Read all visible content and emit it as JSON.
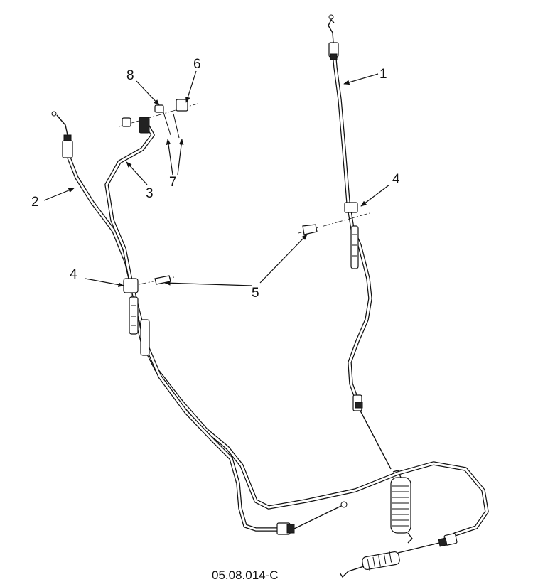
{
  "diagram": {
    "figure_id": "05.08.014-C",
    "callouts": {
      "c1": "1",
      "c2": "2",
      "c3": "3",
      "c4a": "4",
      "c4b": "4",
      "c5": "5",
      "c6": "6",
      "c7": "7",
      "c8": "8"
    }
  }
}
